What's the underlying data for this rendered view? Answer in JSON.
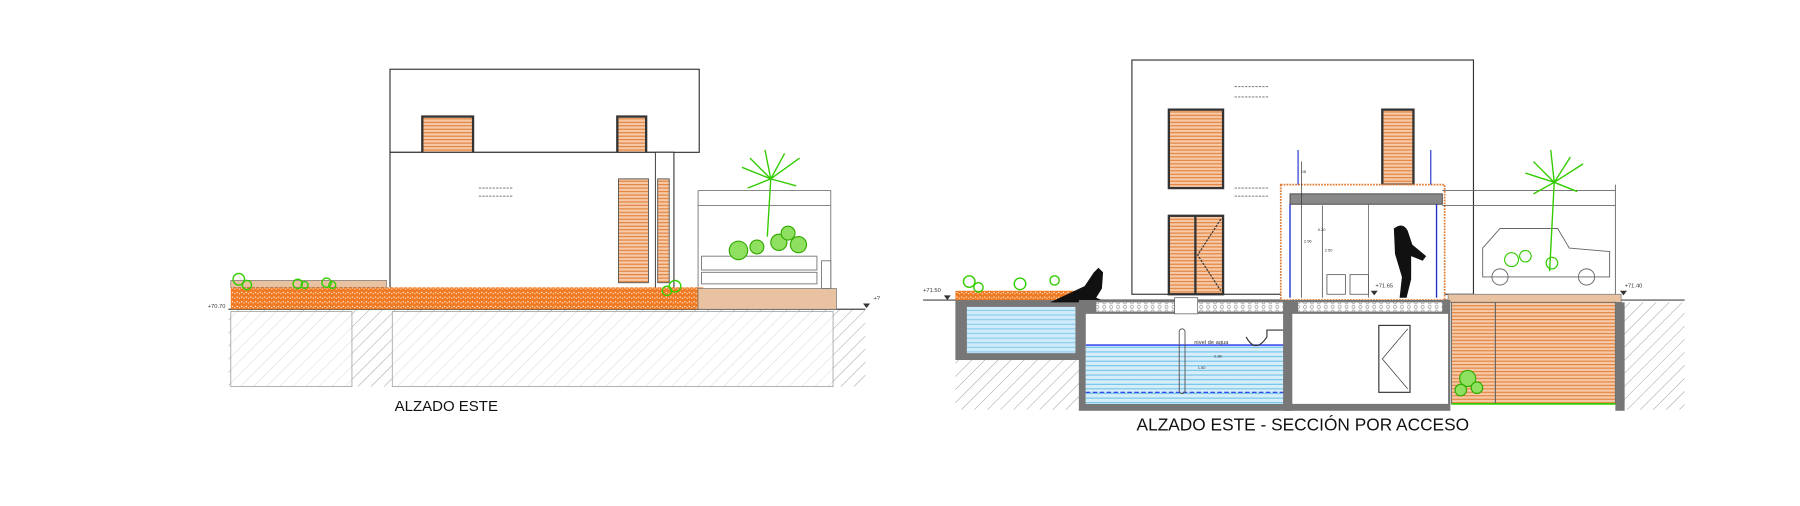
{
  "drawings": [
    {
      "title": "ALZADO ESTE",
      "levels": {
        "ground": "+70.70",
        "right": "+?"
      }
    },
    {
      "title": "ALZADO ESTE - SECCIÓN POR ACCESO",
      "levels": {
        "left": "+71.50",
        "interior": "+71.65",
        "right": "+71.40"
      },
      "annotations": {
        "water_level": "nivel de agua",
        "dim_top": ".08",
        "dim_height": "2.96",
        "dim_slab": "0.20",
        "dim_clear": "2.50",
        "dim_water": "1.50",
        "dim_cistern": "2.38"
      }
    }
  ],
  "colors": {
    "louver": "#e8a57c",
    "gravel": "#f07a22",
    "water": "#bfe3f5",
    "plants": "#33cc00",
    "wall": "#777777"
  }
}
